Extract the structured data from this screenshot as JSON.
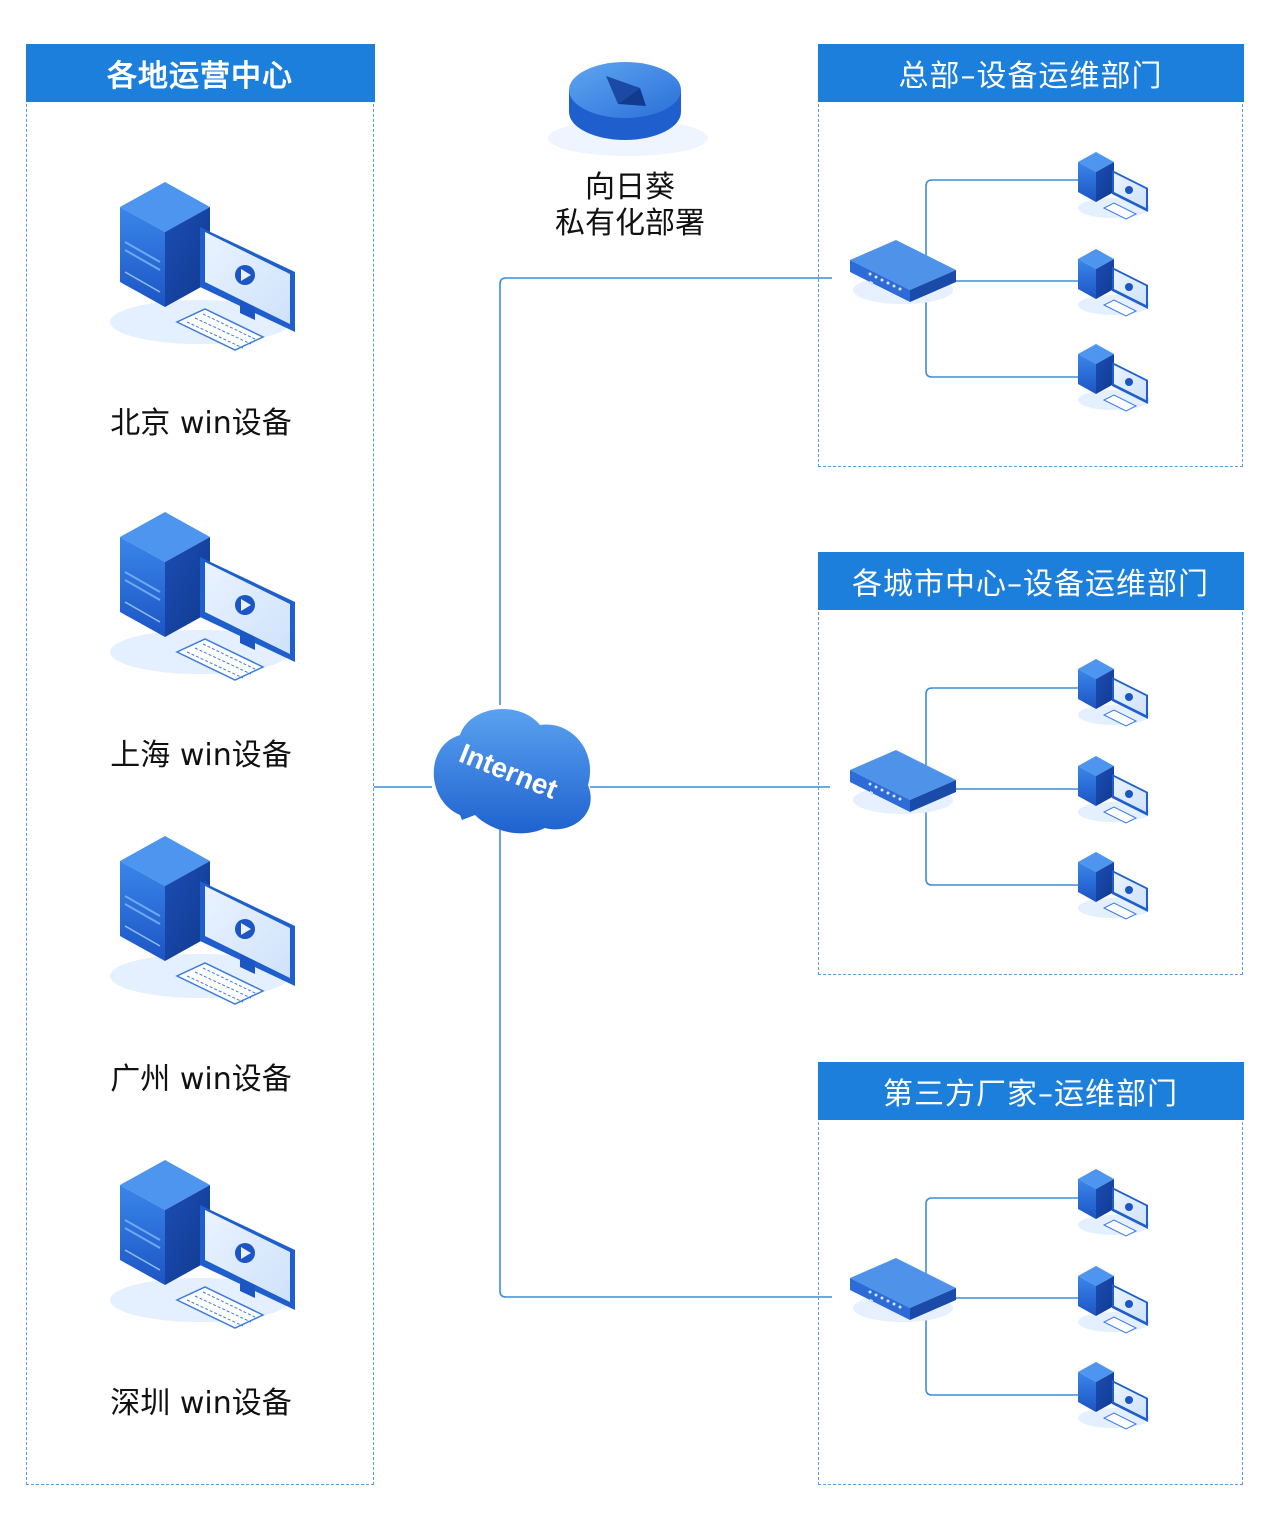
{
  "left_panel": {
    "title": "各地运营中心",
    "devices": [
      {
        "label": "北京 win设备"
      },
      {
        "label": "上海 win设备"
      },
      {
        "label": "广州 win设备"
      },
      {
        "label": "深圳 win设备"
      }
    ]
  },
  "center": {
    "service_line1": "向日葵",
    "service_line2": "私有化部署",
    "network_label": "Internet"
  },
  "right_panels": [
    {
      "title": "总部–设备运维部门"
    },
    {
      "title": "各城市中心–设备运维部门"
    },
    {
      "title": "第三方厂家–运维部门"
    }
  ],
  "colors": {
    "header_blue": "#1d7fdc",
    "line_blue": "#3d8ed8",
    "device_blue": "#2366cf"
  },
  "icons": [
    "server-desktop-icon",
    "router-icon",
    "cloud-icon",
    "sunlogin-logo-icon"
  ]
}
